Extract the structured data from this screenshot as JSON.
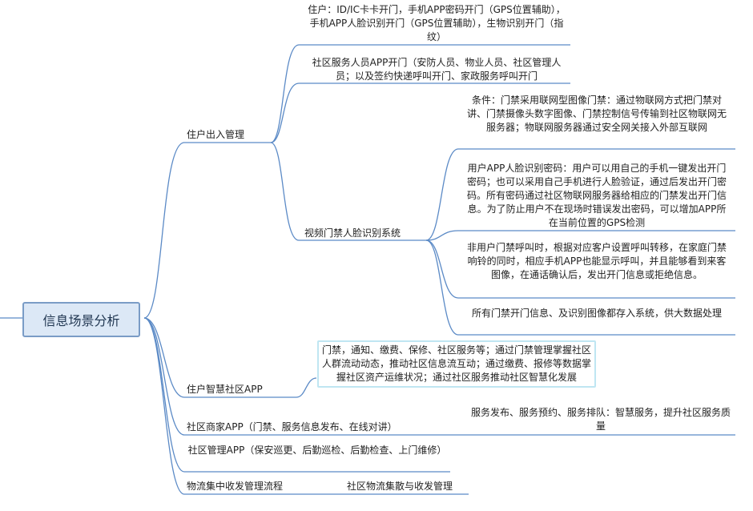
{
  "root": {
    "label": "信息场景分析"
  },
  "branches": [
    {
      "label": "住户出入管理",
      "children": [
        {
          "label": "住户：ID/IC卡卡开门，手机APP密码开门（GPS位置辅助），手机APP人脸识别开门（GPS位置辅助），生物识别开门（指纹）"
        },
        {
          "label": "社区服务人员APP开门（安防人员、物业人员、社区管理人员；以及签约快递呼叫开门、家政服务呼叫开门"
        },
        {
          "label": "视频门禁人脸识别系统",
          "children": [
            {
              "label": "条件：门禁采用联网型图像门禁：通过物联网方式把门禁对讲、门禁摄像头数字图像、门禁控制信号传输到社区物联网无服务器；物联网服务器通过安全网关接入外部互联网"
            },
            {
              "label": "用户APP人脸识别密码：用户可以用自己的手机一键发出开门密码；也可以采用自己手机进行人脸验证，通过后发出开门密码。所有密码通过社区物联网服务器给相应的门禁发出开门信息。为了防止用户不在现场时错误发出密码，可以增加APP所在当前位置的GPS检测"
            },
            {
              "label": "非用户门禁呼叫时，根据对应客户设置呼叫转移，在家庭门禁响铃的同时，相应手机APP也能显示呼叫，并且能够看到来客图像，在通话确认后，发出开门信息或拒绝信息。"
            },
            {
              "label": "所有门禁开门信息、及识别图像都存入系统，供大数据处理"
            }
          ]
        }
      ]
    },
    {
      "label": "住户智慧社区APP",
      "children": [
        {
          "label": "门禁，通知、缴费、保修、社区服务等；通过门禁管理掌握社区人群流动动态，推动社区信息流互动；通过缴费、报修等数据掌握社区资产运维状况；通过社区服务推动社区智慧化发展"
        }
      ]
    },
    {
      "label": "社区商家APP（门禁、服务信息发布、在线对讲）",
      "children": [
        {
          "label": "服务发布、服务预约、服务排队：智慧服务，提升社区服务质量"
        }
      ]
    },
    {
      "label": "社区管理APP（保安巡更、后勤巡检、后勤检查、上门维修）"
    },
    {
      "label": "物流集中收发管理流程",
      "children": [
        {
          "label": "社区物流集散与收发管理"
        }
      ]
    }
  ]
}
